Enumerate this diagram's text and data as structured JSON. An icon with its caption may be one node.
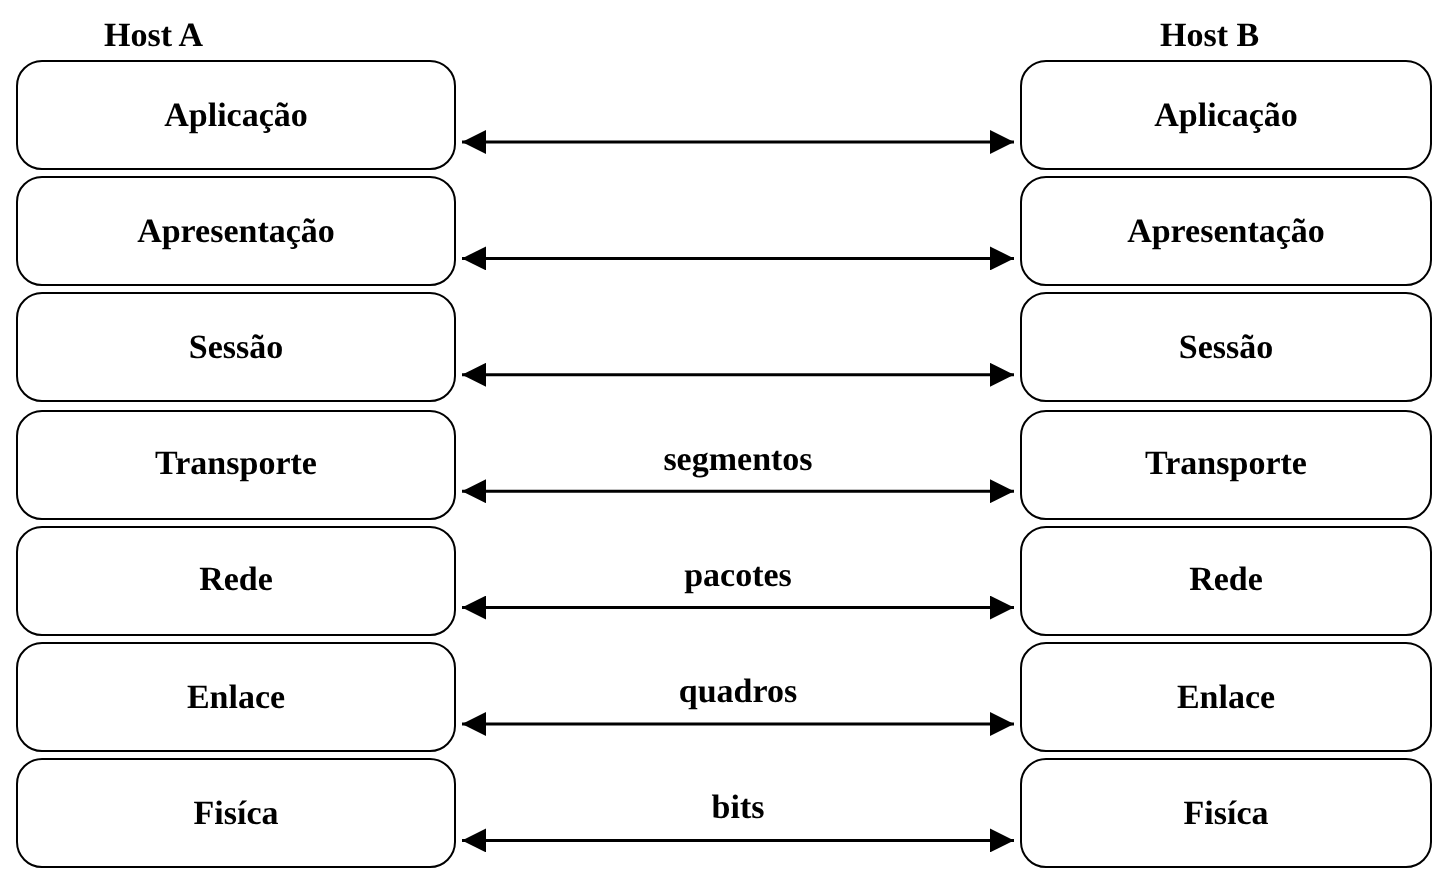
{
  "diagram": {
    "nodes": [
      {
        "text": [
          "Aplicação"
        ]
      },
      {
        "text": [
          "Aplicação"
        ]
      },
      {
        "text": [
          "Apresentação"
        ]
      },
      {
        "text": [
          "Apresentação"
        ]
      },
      {
        "text": [
          "Sessão"
        ]
      },
      {
        "text": [
          "Sessão"
        ]
      },
      {
        "text": [
          "Transporte"
        ]
      },
      {
        "text": [
          "Transporte"
        ]
      },
      {
        "text": [
          "Rede"
        ]
      },
      {
        "text": [
          "Rede"
        ]
      },
      {
        "text": [
          "Enlace"
        ]
      },
      {
        "text": [
          "Enlace"
        ]
      },
      {
        "text": [
          "Fisíca"
        ]
      },
      {
        "text": [
          "Fisíca"
        ]
      }
    ],
    "edges": [
      {
        "from": 0,
        "to": 1,
        "arrow": "both"
      },
      {
        "from": 2,
        "to": 3,
        "arrow": "both"
      },
      {
        "from": 4,
        "to": 5,
        "arrow": "both"
      },
      {
        "from": 6,
        "to": 7,
        "arrow": "both",
        "label": "segmentos"
      },
      {
        "from": 8,
        "to": 9,
        "arrow": "both",
        "label": "pacotes"
      },
      {
        "from": 10,
        "to": 11,
        "arrow": "both",
        "label": "quadros"
      },
      {
        "from": 12,
        "to": 13,
        "arrow": "both",
        "label": "bits"
      }
    ],
    "labels": [
      "Host A",
      "Host B"
    ]
  }
}
